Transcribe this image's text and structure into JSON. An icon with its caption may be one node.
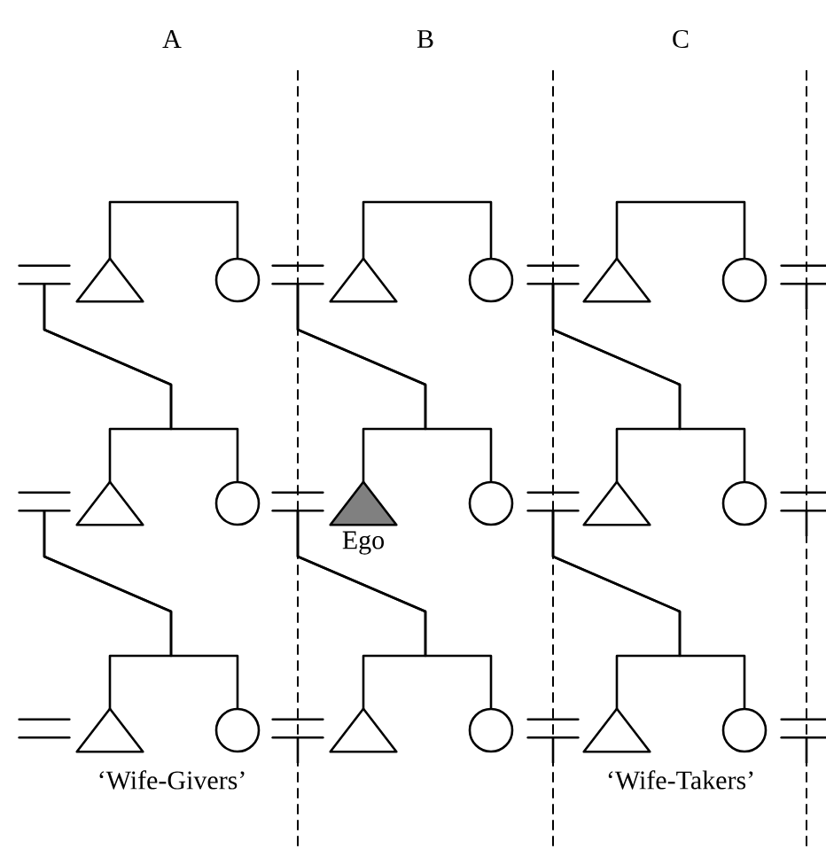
{
  "diagram": {
    "nodes": [
      {
        "text": [],
        "shape": "equals"
      },
      {
        "text": [],
        "shape": "triangle"
      },
      {
        "text": [],
        "shape": "circle"
      },
      {
        "text": [],
        "shape": "equals"
      },
      {
        "text": [],
        "shape": "triangle"
      },
      {
        "text": [],
        "shape": "circle"
      },
      {
        "text": [],
        "shape": "equals"
      },
      {
        "text": [],
        "shape": "triangle"
      },
      {
        "text": [],
        "shape": "circle"
      },
      {
        "text": [],
        "shape": "equals"
      },
      {
        "text": [],
        "shape": "equals"
      },
      {
        "text": [],
        "shape": "triangle"
      },
      {
        "text": [],
        "shape": "circle"
      },
      {
        "text": [],
        "shape": "equals"
      },
      {
        "text": [],
        "shape": "triangle",
        "beside": [
          "Ego"
        ]
      },
      {
        "text": [],
        "shape": "circle"
      },
      {
        "text": [],
        "shape": "equals"
      },
      {
        "text": [],
        "shape": "triangle"
      },
      {
        "text": [],
        "shape": "circle"
      },
      {
        "text": [],
        "shape": "equals"
      },
      {
        "text": [],
        "shape": "equals"
      },
      {
        "text": [],
        "shape": "triangle"
      },
      {
        "text": [],
        "shape": "circle"
      },
      {
        "text": [],
        "shape": "equals"
      },
      {
        "text": [],
        "shape": "triangle"
      },
      {
        "text": [],
        "shape": "circle"
      },
      {
        "text": [],
        "shape": "equals"
      },
      {
        "text": [],
        "shape": "triangle"
      },
      {
        "text": [],
        "shape": "circle"
      },
      {
        "text": [],
        "shape": "equals"
      }
    ],
    "edges": [
      {
        "from": 1,
        "to": 2,
        "arrow": "none"
      },
      {
        "from": 4,
        "to": 5,
        "arrow": "none"
      },
      {
        "from": 7,
        "to": 8,
        "arrow": "none"
      },
      {
        "from": 0,
        "to": 11,
        "arrow": "none"
      },
      {
        "from": 0,
        "to": 12,
        "arrow": "none"
      },
      {
        "from": 3,
        "to": 14,
        "arrow": "none"
      },
      {
        "from": 3,
        "to": 15,
        "arrow": "none"
      },
      {
        "from": 6,
        "to": 17,
        "arrow": "none"
      },
      {
        "from": 6,
        "to": 18,
        "arrow": "none"
      },
      {
        "from": 10,
        "to": 21,
        "arrow": "none"
      },
      {
        "from": 10,
        "to": 22,
        "arrow": "none"
      },
      {
        "from": 13,
        "to": 24,
        "arrow": "none"
      },
      {
        "from": 13,
        "to": 25,
        "arrow": "none"
      },
      {
        "from": 16,
        "to": 27,
        "arrow": "none"
      },
      {
        "from": 16,
        "to": 28,
        "arrow": "none"
      },
      {
        "from": 9,
        "to": null,
        "arrow": "none"
      },
      {
        "from": 19,
        "to": null,
        "arrow": "none"
      },
      {
        "from": 23,
        "to": null,
        "arrow": "none"
      },
      {
        "from": 26,
        "to": null,
        "arrow": "none"
      },
      {
        "from": 29,
        "to": null,
        "arrow": "none"
      }
    ],
    "labels": [
      "A",
      "B",
      "C",
      "‘Wife-Givers’",
      "‘Wife-Takers’"
    ]
  }
}
